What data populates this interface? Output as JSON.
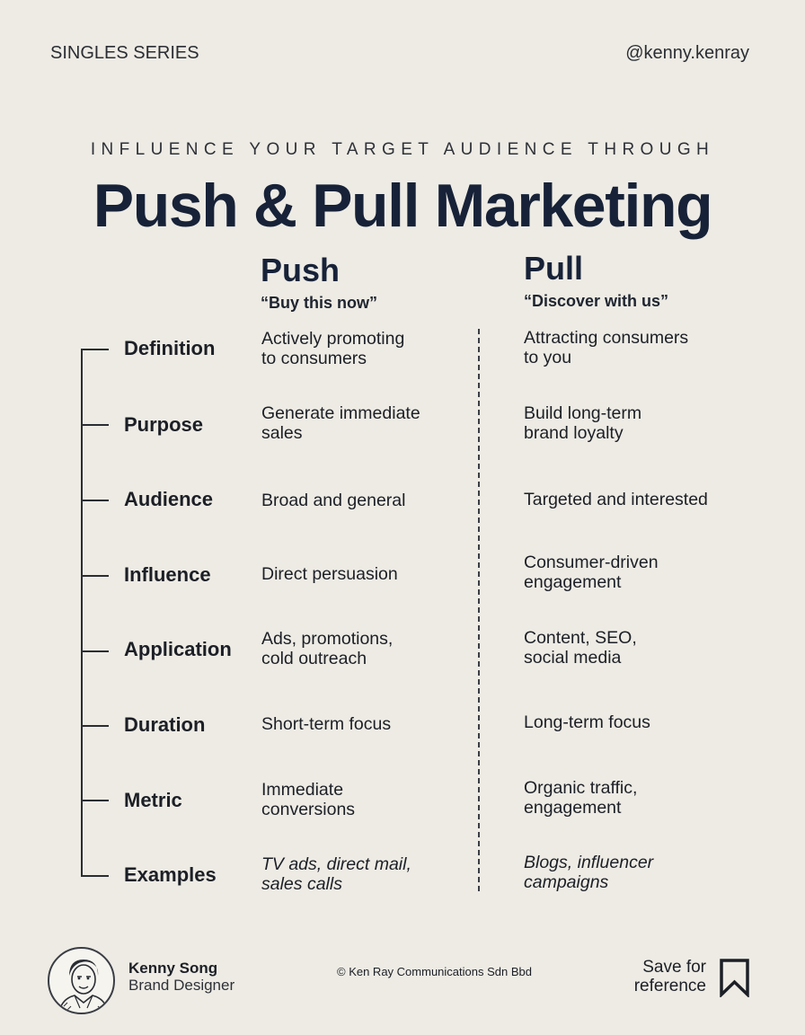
{
  "header": {
    "series_label": "SINGLES SERIES",
    "handle": "@kenny.kenray"
  },
  "hero": {
    "kicker": "INFLUENCE YOUR TARGET AUDIENCE THROUGH",
    "title": "Push & Pull Marketing"
  },
  "columns": {
    "push": {
      "name": "Push",
      "tagline": "“Buy this now”"
    },
    "pull": {
      "name": "Pull",
      "tagline": "“Discover with us”"
    }
  },
  "rows": [
    {
      "label": "Definition",
      "push": "Actively promoting\nto consumers",
      "pull": "Attracting consumers\nto you"
    },
    {
      "label": "Purpose",
      "push": "Generate immediate\nsales",
      "pull": "Build long-term\nbrand loyalty"
    },
    {
      "label": "Audience",
      "push": "Broad and general",
      "pull": "Targeted and interested"
    },
    {
      "label": "Influence",
      "push": "Direct persuasion",
      "pull": "Consumer-driven\nengagement"
    },
    {
      "label": "Application",
      "push": "Ads, promotions,\ncold outreach",
      "pull": "Content, SEO,\nsocial media"
    },
    {
      "label": "Duration",
      "push": "Short-term focus",
      "pull": "Long-term focus"
    },
    {
      "label": "Metric",
      "push": "Immediate\nconversions",
      "pull": "Organic traffic,\nengagement"
    },
    {
      "label": "Examples",
      "push": "TV ads, direct mail,\nsales calls",
      "pull": "Blogs, influencer\ncampaigns"
    }
  ],
  "footer": {
    "author_name": "Kenny Song",
    "author_role": "Brand Designer",
    "copyright": "© Ken Ray Communications Sdn Bbd",
    "save_text": "Save for\nreference",
    "icons": {
      "avatar": "portrait-sketch-icon",
      "save": "bookmark-icon"
    }
  },
  "colors": {
    "background": "#edebe4",
    "title": "#172238",
    "text": "#1c1f26"
  }
}
